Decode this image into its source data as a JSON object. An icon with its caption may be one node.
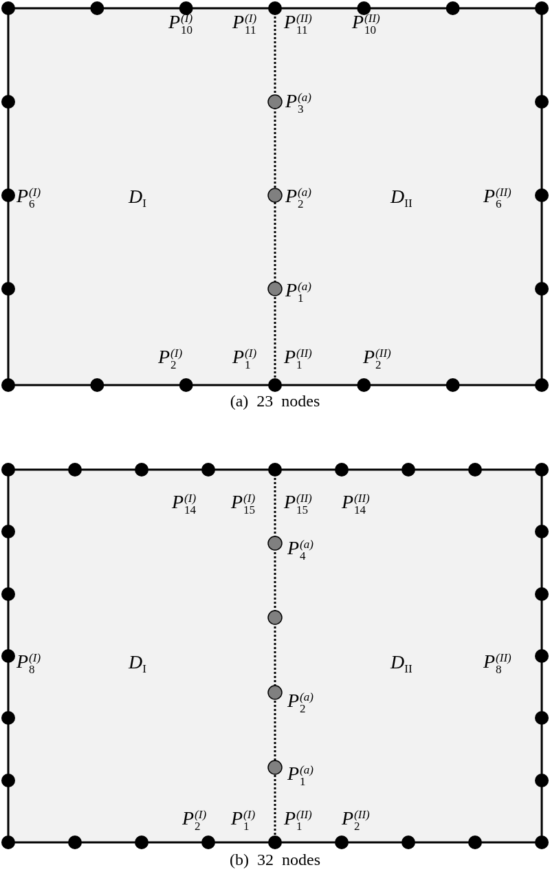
{
  "diagram": {
    "labels": [
      "*P*$_{10}$$^{(I)}$",
      "*P*$_{11}$$^{(I)}$",
      "*P*$_{11}$$^{(II)}$",
      "*P*$_{10}$$^{(II)}$",
      "*P*$_{3}$$^{(a)}$",
      "*P*$_{6}$$^{(I)}$",
      "*D*$_{I}$",
      "*P*$_{2}$$^{(a)}$",
      "*D*$_{II}$",
      "*P*$_{6}$$^{(II)}$",
      "*P*$_{1}$$^{(a)}$",
      "*P*$_{2}$$^{(I)}$",
      "*P*$_{1}$$^{(I)}$",
      "*P*$_{1}$$^{(II)}$",
      "*P*$_{2}$$^{(II)}$",
      "(a)  23  nodes",
      "*P*$_{14}$$^{(I)}$",
      "*P*$_{15}$$^{(I)}$",
      "*P*$_{15}$$^{(II)}$",
      "*P*$_{14}$$^{(II)}$",
      "*P*$_{4}$$^{(a)}$",
      "*P*$_{8}$$^{(I)}$",
      "*D*$_{I}$",
      "*D*$_{II}$",
      "*P*$_{8}$$^{(II)}$",
      "*P*$_{2}$$^{(a)}$",
      "*P*$_{1}$$^{(a)}$",
      "*P*$_{2}$$^{(I)}$",
      "*P*$_{1}$$^{(I)}$",
      "*P*$_{1}$$^{(II)}$",
      "*P*$_{2}$$^{(II)}$",
      "(b)  32  nodes"
    ]
  }
}
